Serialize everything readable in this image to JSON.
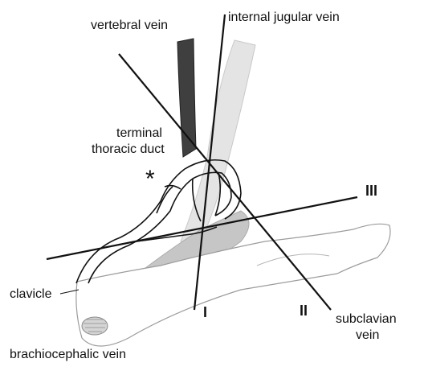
{
  "labels": {
    "vertebral_vein": "vertebral vein",
    "internal_jugular_vein": "internal jugular vein",
    "terminal_thoracic_duct": [
      "terminal",
      "thoracic duct"
    ],
    "clavicle": "clavicle",
    "brachiocephalic_vein": "brachiocephalic vein",
    "subclavian_vein": [
      "subclavian",
      "vein"
    ],
    "line_I": "I",
    "line_II": "II",
    "line_III": "III",
    "asterisk": "*"
  },
  "colors": {
    "line": "#111111",
    "vertebral_vein_dark": "#3d3d3d",
    "jugular_vein_light": "#e2e2e2",
    "vein_mid": "#c8c8c8",
    "clavicle_fill": "#ffffff",
    "clavicle_stroke": "#9a9a9a"
  }
}
